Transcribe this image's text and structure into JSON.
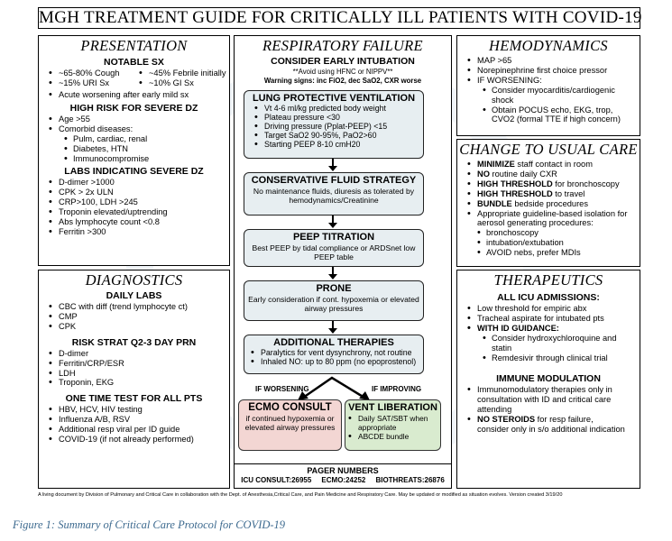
{
  "title": "MGH TREATMENT GUIDE FOR CRITICALLY ILL PATIENTS WITH COVID-19",
  "presentation": {
    "header": "PRESENTATION",
    "notable_title": "NOTABLE SX",
    "notable": [
      [
        "~65-80% Cough",
        "~45% Febrile initially"
      ],
      [
        "~15% URI Sx",
        "~10% GI Sx"
      ]
    ],
    "notable_last": "Acute worsening after early mild sx",
    "risk_title": "HIGH RISK FOR SEVERE DZ",
    "risk": [
      "Age >55",
      "Comorbid diseases:"
    ],
    "risk_sub": [
      "Pulm, cardiac, renal",
      "Diabetes, HTN",
      "Immunocompromise"
    ],
    "labs_title": "LABS INDICATING SEVERE DZ",
    "labs": [
      "D-dimer >1000",
      "CPK > 2x ULN",
      "CRP>100, LDH >245",
      "Troponin elevated/uptrending",
      "Abs lymphocyte count <0.8",
      "Ferritin >300"
    ]
  },
  "diagnostics": {
    "header": "DIAGNOSTICS",
    "daily_title": "DAILY LABS",
    "daily": [
      "CBC with diff (trend lymphocyte ct)",
      "CMP",
      "CPK"
    ],
    "risk_title": "RISK STRAT Q2-3 DAY PRN",
    "risk": [
      "D-dimer",
      "Ferritin/CRP/ESR",
      "LDH",
      "Troponin, EKG"
    ],
    "once_title": "ONE TIME TEST FOR ALL PTS",
    "once": [
      "HBV, HCV, HIV testing",
      "Influenza A/B, RSV",
      "Additional resp viral per ID guide",
      "COVID-19 (if not already performed)"
    ]
  },
  "respiratory": {
    "header": "RESPIRATORY FAILURE",
    "intubation": "CONSIDER EARLY INTUBATION",
    "avoid": "**Avoid using HFNC or NIPPV**",
    "warning": "Warning signs: inc FiO2, dec SaO2, CXR worse",
    "lung_title": "LUNG PROTECTIVE VENTILATION",
    "lung": [
      "Vt 4-6 ml/kg predicted body weight",
      "Plateau pressure <30",
      "Driving pressure (Pplat-PEEP) <15",
      "Target SaO2 90-95%, PaO2>60",
      "Starting PEEP 8-10 cmH20"
    ],
    "fluid_title": "CONSERVATIVE FLUID STRATEGY",
    "fluid": "No maintenance fluids, diuresis as tolerated by hemodynamics/Creatinine",
    "peep_title": "PEEP TITRATION",
    "peep": "Best PEEP by tidal compliance or ARDSnet low PEEP table",
    "prone_title": "PRONE",
    "prone": "Early consideration if cont. hypoxemia or elevated airway pressures",
    "add_title": "ADDITIONAL THERAPIES",
    "add": [
      "Paralytics for vent dysynchrony, not routine",
      "Inhaled NO: up to 80 ppm (no epoprostenol)"
    ],
    "worsening": "IF WORSENING",
    "improving": "IF IMPROVING",
    "ecmo_title": "ECMO CONSULT",
    "ecmo": "if continued hypoxemia or elevated airway pressures",
    "vent_title": "VENT LIBERATION",
    "vent": [
      "Daily SAT/SBT when appropriate",
      "ABCDE bundle"
    ],
    "pager_title": "PAGER NUMBERS",
    "pagers": "ICU CONSULT:26955     ECMO:24252     BIOTHREATS:26876"
  },
  "hemodynamics": {
    "header": "HEMODYNAMICS",
    "items": [
      "MAP >65",
      "Norepinephrine first choice pressor",
      "IF WORSENING:"
    ],
    "sub": [
      "Consider myocarditis/cardiogenic shock",
      "Obtain POCUS echo, EKG, trop, CVO2 (formal TTE if high concern)"
    ]
  },
  "change": {
    "header": "CHANGE TO USUAL CARE",
    "items": [
      [
        "MINIMIZE",
        " staff contact in room"
      ],
      [
        "NO",
        " routine daily CXR"
      ],
      [
        "HIGH THRESHOLD",
        " for bronchoscopy"
      ],
      [
        "HIGH THRESHOLD",
        " to travel"
      ],
      [
        "BUNDLE",
        " bedside procedures"
      ],
      [
        "",
        "Appropriate guideline-based isolation for aerosol generating procedures:"
      ]
    ],
    "sub": [
      "bronchoscopy",
      "intubation/extubation",
      "AVOID nebs, prefer MDIs"
    ]
  },
  "therapeutics": {
    "header": "THERAPEUTICS",
    "all_title": "ALL ICU ADMISSIONS:",
    "all": [
      "Low threshold for empiric abx",
      "Tracheal aspirate for intubated pts",
      "WITH ID GUIDANCE:"
    ],
    "sub": [
      "Consider hydroxychloroquine and statin",
      "Remdesivir through clinical trial"
    ],
    "immune_title": "IMMUNE MODULATION",
    "immune1": "Immunomodulatory therapies only in consultation with ID and critical care attending",
    "immune2_bold": "NO STEROIDS",
    "immune2": " for resp failure, consider only in s/o additional indication"
  },
  "footer": "A living document by Division of Pulmonary and Critical Care in collaboration with the Dept. of Anesthesia,Critical Care, and Pain Medicine and Respiratory Care. May be updated or modified as situation evolves. Version created 3/19/20",
  "caption": "Figure 1: Summary of Critical Care Protocol for COVID-19",
  "colors": {
    "step_fill": "#e7eef1",
    "ecmo_fill": "#f3d6d3",
    "vent_fill": "#d9ebcf",
    "caption": "#3d6a8f"
  }
}
